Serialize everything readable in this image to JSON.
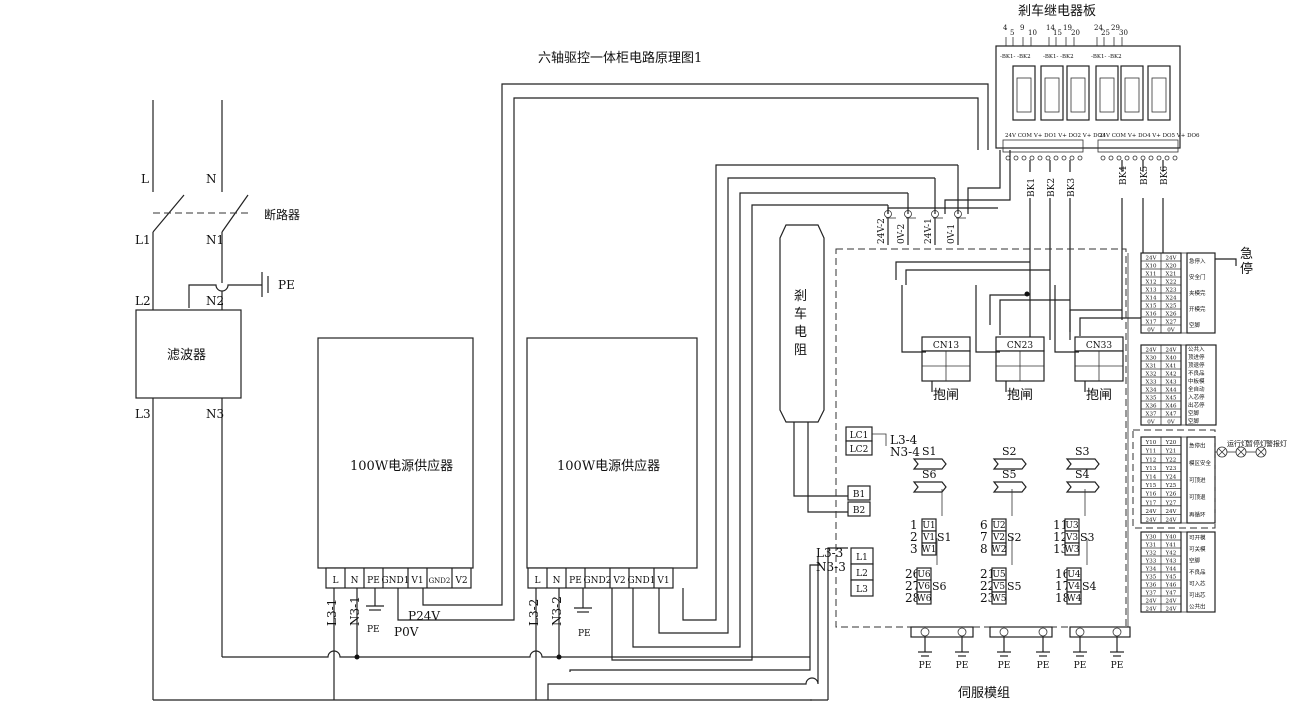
{
  "title": "六轴驱控一体柜电路原理图1",
  "relay_board": {
    "title": "剎车继电器板",
    "groups": [
      {
        "nums": [
          "4",
          "5",
          "9",
          "10"
        ]
      },
      {
        "nums": [
          "14",
          "15",
          "19",
          "20"
        ]
      },
      {
        "nums": [
          "24",
          "25",
          "29",
          "30"
        ]
      }
    ],
    "bk": [
      "BK1",
      "BK2",
      "BK3",
      "BK4",
      "BK5",
      "BK6"
    ]
  },
  "mains": {
    "L": "L",
    "N": "N",
    "L1": "L1",
    "N1": "N1",
    "L2": "L2",
    "N2": "N2",
    "L3": "L3",
    "N3": "N3",
    "PE": "PE",
    "breaker": "断路器",
    "filter": "滤波器"
  },
  "psu1": {
    "label": "100W电源供应器",
    "terminals": [
      "L",
      "N",
      "PE",
      "GND1",
      "V1",
      "GND2",
      "V2"
    ],
    "in_labels": [
      "L3-1",
      "N3-1"
    ],
    "pe": "PE",
    "p24v": "P24V",
    "p0v": "P0V"
  },
  "psu2": {
    "label": "100W电源供应器",
    "terminals": [
      "L",
      "N",
      "PE",
      "GND2",
      "V2",
      "GND1",
      "V1"
    ],
    "in_labels": [
      "L3-2",
      "N3-2"
    ],
    "pe": "PE"
  },
  "brake_resistor": {
    "chars": [
      "剎",
      "车",
      "电",
      "阻"
    ]
  },
  "connectors": [
    "24V-2",
    "0V-2",
    "24V-1",
    "0V-1"
  ],
  "servo": {
    "title": "伺服模组",
    "cn": [
      {
        "label": "CN13",
        "brake": "抱闸"
      },
      {
        "label": "CN23",
        "brake": "抱闸"
      },
      {
        "label": "CN33",
        "brake": "抱闸"
      }
    ],
    "lc": [
      "LC1",
      "LC2"
    ],
    "lc_labels": [
      "L3-4",
      "N3-4"
    ],
    "b": [
      "B1",
      "B2"
    ],
    "l": [
      "L1",
      "L2",
      "L3"
    ],
    "l_labels": [
      "L3-3",
      "N3-3"
    ],
    "s_top": [
      "S1",
      "S6",
      "S2",
      "S5",
      "S3",
      "S4"
    ],
    "uvw": [
      {
        "nums": [
          "1",
          "2",
          "3"
        ],
        "terms": [
          "U1",
          "V1",
          "W1"
        ],
        "s": "S1"
      },
      {
        "nums": [
          "6",
          "7",
          "8"
        ],
        "terms": [
          "U2",
          "V2",
          "W2"
        ],
        "s": "S2"
      },
      {
        "nums": [
          "11",
          "12",
          "13"
        ],
        "terms": [
          "U3",
          "V3",
          "W3"
        ],
        "s": "S3"
      },
      {
        "nums": [
          "26",
          "27",
          "28"
        ],
        "terms": [
          "U6",
          "V6",
          "W6"
        ],
        "s": "S6"
      },
      {
        "nums": [
          "21",
          "22",
          "23"
        ],
        "terms": [
          "U5",
          "V5",
          "W5"
        ],
        "s": "S5"
      },
      {
        "nums": [
          "16",
          "17",
          "18"
        ],
        "terms": [
          "U4",
          "V4",
          "W4"
        ],
        "s": "S4"
      }
    ],
    "pe": [
      "PE",
      "PE",
      "PE",
      "PE",
      "PE",
      "PE"
    ]
  },
  "io": {
    "estop": "急停",
    "lamps": [
      "运行灯",
      "暂停灯",
      "警报灯"
    ],
    "block1": {
      "rows": [
        [
          "24V",
          "24V"
        ],
        [
          "X10",
          "X20"
        ],
        [
          "X11",
          "X21"
        ],
        [
          "X12",
          "X22"
        ],
        [
          "X13",
          "X23"
        ],
        [
          "X14",
          "X24"
        ],
        [
          "X15",
          "X25"
        ],
        [
          "X16",
          "X26"
        ],
        [
          "X17",
          "X27"
        ],
        [
          "0V",
          "0V"
        ]
      ],
      "notes": [
        "急停入",
        "安全门",
        "夹模完",
        "开模完",
        "空脚"
      ]
    },
    "block2": {
      "rows": [
        [
          "24V",
          "24V"
        ],
        [
          "X30",
          "X40"
        ],
        [
          "X31",
          "X41"
        ],
        [
          "X32",
          "X42"
        ],
        [
          "X33",
          "X43"
        ],
        [
          "X34",
          "X44"
        ],
        [
          "X35",
          "X45"
        ],
        [
          "X36",
          "X46"
        ],
        [
          "X37",
          "X47"
        ],
        [
          "0V",
          "0V"
        ]
      ],
      "notes": [
        "公共入",
        "顶进停",
        "顶退停",
        "不良品",
        "中板模",
        "全自动",
        "入芯停",
        "出芯停",
        "空脚",
        "空脚"
      ]
    },
    "block3": {
      "rows": [
        [
          "Y10",
          "Y20"
        ],
        [
          "Y11",
          "Y21"
        ],
        [
          "Y12",
          "Y22"
        ],
        [
          "Y13",
          "Y23"
        ],
        [
          "Y14",
          "Y24"
        ],
        [
          "Y15",
          "Y25"
        ],
        [
          "Y16",
          "Y26"
        ],
        [
          "Y17",
          "Y27"
        ],
        [
          "24V",
          "24V"
        ],
        [
          "24V",
          "24V"
        ]
      ],
      "notes": [
        "急停出",
        "模区安全",
        "可顶进",
        "可顶退",
        "再循环"
      ]
    },
    "block4": {
      "rows": [
        [
          "Y30",
          "Y40"
        ],
        [
          "Y31",
          "Y41"
        ],
        [
          "Y32",
          "Y42"
        ],
        [
          "Y33",
          "Y43"
        ],
        [
          "Y34",
          "Y44"
        ],
        [
          "Y35",
          "Y45"
        ],
        [
          "Y36",
          "Y46"
        ],
        [
          "Y37",
          "Y47"
        ],
        [
          "24V",
          "24V"
        ],
        [
          "24V",
          "24V"
        ]
      ],
      "notes": [
        "可开模",
        "可关模",
        "空脚",
        "不良品",
        "可入芯",
        "可出芯",
        "公共出"
      ]
    }
  }
}
